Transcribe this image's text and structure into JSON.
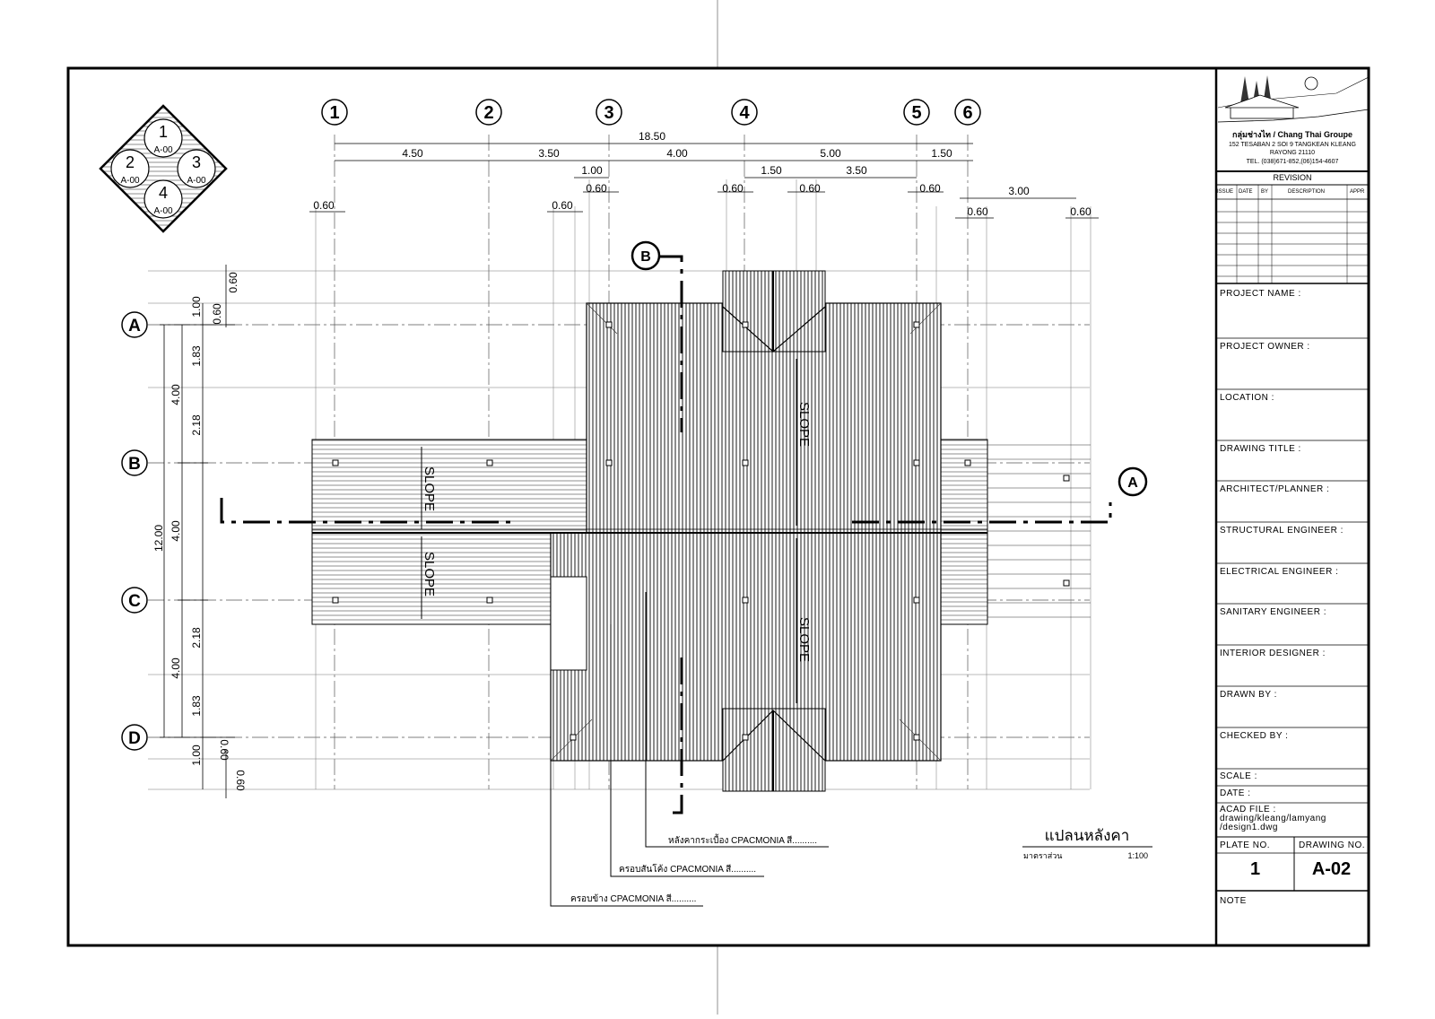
{
  "grid": {
    "columns": [
      "1",
      "2",
      "3",
      "4",
      "5",
      "6"
    ],
    "rows": [
      "A",
      "B",
      "C",
      "D"
    ]
  },
  "key_plan": {
    "numbers": [
      "1",
      "2",
      "3",
      "4"
    ],
    "ref": "A-00"
  },
  "dimensions": {
    "top_overall": "18.50",
    "top_spans": [
      "4.50",
      "3.50",
      "4.00",
      "5.00",
      "1.50"
    ],
    "third_row": [
      "1.00",
      "1.50",
      "3.50"
    ],
    "offsets": [
      "0.60",
      "0.60",
      "0.60",
      "0.60",
      "0.60",
      "0.60",
      "0.60",
      "0.60",
      "0.60"
    ],
    "right_span": "3.00",
    "left_overall": "12.00",
    "left_spans": [
      "4.00",
      "4.00",
      "4.00"
    ],
    "left_sub": [
      "1.00",
      "1.83",
      "2.18",
      "2.18",
      "1.83",
      "1.00"
    ],
    "left_small": [
      "0.60",
      "0.60",
      "0.60",
      "0.60"
    ]
  },
  "labels": {
    "slope": "SLOPE",
    "section_a": "A",
    "section_b": "B",
    "note1": "หลังคากระเบื้อง CPACMONIA สี..........",
    "note2": "ครอบสันโค้ง CPACMONIA สี..........",
    "note3": "ครอบข้าง CPACMONIA สี..........",
    "plan_title": "แปลนหลังคา",
    "scale_label": "มาตราส่วน",
    "scale_value": "1:100"
  },
  "title_block": {
    "company_thai": "กลุ่มช่างไท",
    "company_en": "/ Chang Thai Groupe",
    "address1": "152 TESABAN 2 SOI 9 TANGKEAN KLEANG",
    "address2": "RAYONG 21110",
    "tel": "TEL. (038)671-852,(06)154-4607",
    "revision": "REVISION",
    "rev_cols": [
      "ISSUE",
      "DATE",
      "BY",
      "DESCRIPTION",
      "APPR"
    ],
    "fields": [
      "PROJECT NAME :",
      "PROJECT OWNER :",
      "LOCATION :",
      "DRAWING TITLE :",
      "ARCHITECT/PLANNER :",
      "STRUCTURAL ENGINEER :",
      "ELECTRICAL ENGINEER :",
      "SANITARY ENGINEER :",
      "INTERIOR DESIGNER :",
      "DRAWN BY :",
      "CHECKED BY :"
    ],
    "scale": "SCALE :",
    "date": "DATE :",
    "acad_label": "ACAD FILE :",
    "acad1": "drawing/kleang/lamyang",
    "acad2": "/design1.dwg",
    "plate_label": "PLATE NO.",
    "drawing_label": "DRAWING NO.",
    "plate_no": "1",
    "drawing_no": "A-02",
    "note": "NOTE"
  }
}
